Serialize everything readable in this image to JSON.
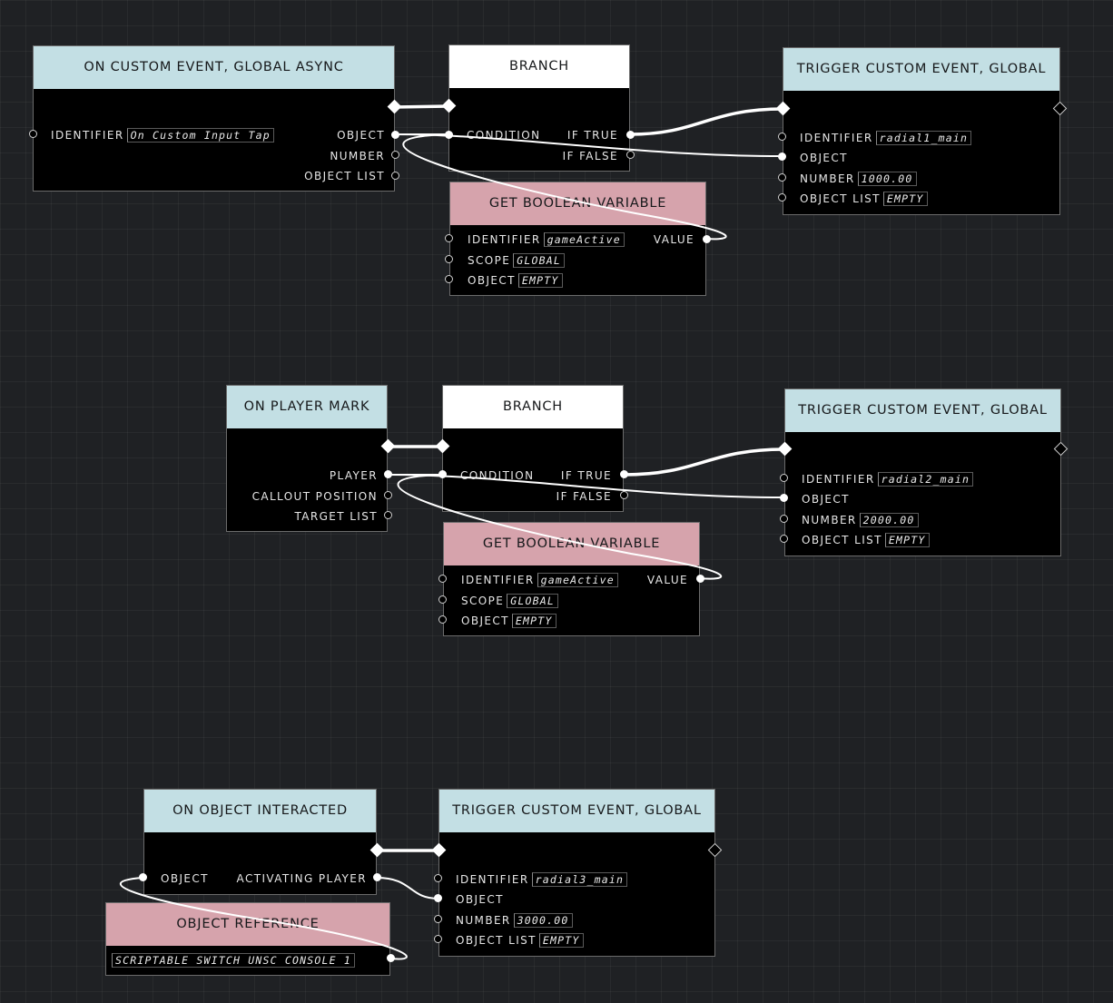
{
  "graph1": {
    "event_node": {
      "title": "ON CUSTOM EVENT, GLOBAL ASYNC",
      "identifier_label": "IDENTIFIER",
      "identifier_value": "On Custom Input Tap",
      "outputs": [
        "OBJECT",
        "NUMBER",
        "OBJECT LIST"
      ]
    },
    "branch_node": {
      "title": "BRANCH",
      "condition_label": "CONDITION",
      "if_true_label": "IF TRUE",
      "if_false_label": "IF FALSE"
    },
    "getbool_node": {
      "title": "GET BOOLEAN VARIABLE",
      "identifier_label": "IDENTIFIER",
      "identifier_value": "gameActive",
      "scope_label": "SCOPE",
      "scope_value": "GLOBAL",
      "object_label": "OBJECT",
      "object_value": "EMPTY",
      "value_label": "VALUE"
    },
    "trigger_node": {
      "title": "TRIGGER CUSTOM EVENT, GLOBAL",
      "identifier_label": "IDENTIFIER",
      "identifier_value": "radial1_main",
      "object_label": "OBJECT",
      "number_label": "NUMBER",
      "number_value": "1000.00",
      "object_list_label": "OBJECT LIST",
      "object_list_value": "EMPTY"
    }
  },
  "graph2": {
    "event_node": {
      "title": "ON PLAYER MARK",
      "outputs": [
        "PLAYER",
        "CALLOUT POSITION",
        "TARGET LIST"
      ]
    },
    "branch_node": {
      "title": "BRANCH",
      "condition_label": "CONDITION",
      "if_true_label": "IF TRUE",
      "if_false_label": "IF FALSE"
    },
    "getbool_node": {
      "title": "GET BOOLEAN VARIABLE",
      "identifier_label": "IDENTIFIER",
      "identifier_value": "gameActive",
      "scope_label": "SCOPE",
      "scope_value": "GLOBAL",
      "object_label": "OBJECT",
      "object_value": "EMPTY",
      "value_label": "VALUE"
    },
    "trigger_node": {
      "title": "TRIGGER CUSTOM EVENT, GLOBAL",
      "identifier_label": "IDENTIFIER",
      "identifier_value": "radial2_main",
      "object_label": "OBJECT",
      "number_label": "NUMBER",
      "number_value": "2000.00",
      "object_list_label": "OBJECT LIST",
      "object_list_value": "EMPTY"
    }
  },
  "graph3": {
    "event_node": {
      "title": "ON OBJECT INTERACTED",
      "object_label": "OBJECT",
      "activating_player_label": "ACTIVATING PLAYER"
    },
    "objref_node": {
      "title": "OBJECT REFERENCE",
      "value": "SCRIPTABLE SWITCH UNSC CONSOLE 1"
    },
    "trigger_node": {
      "title": "TRIGGER CUSTOM EVENT, GLOBAL",
      "identifier_label": "IDENTIFIER",
      "identifier_value": "radial3_main",
      "object_label": "OBJECT",
      "number_label": "NUMBER",
      "number_value": "3000.00",
      "object_list_label": "OBJECT LIST",
      "object_list_value": "EMPTY"
    }
  },
  "colors": {
    "event_header": "#c3dfe4",
    "branch_header": "#ffffff",
    "variable_header": "#d6a3ac",
    "background": "#1f2124",
    "wire": "#ffffff"
  }
}
